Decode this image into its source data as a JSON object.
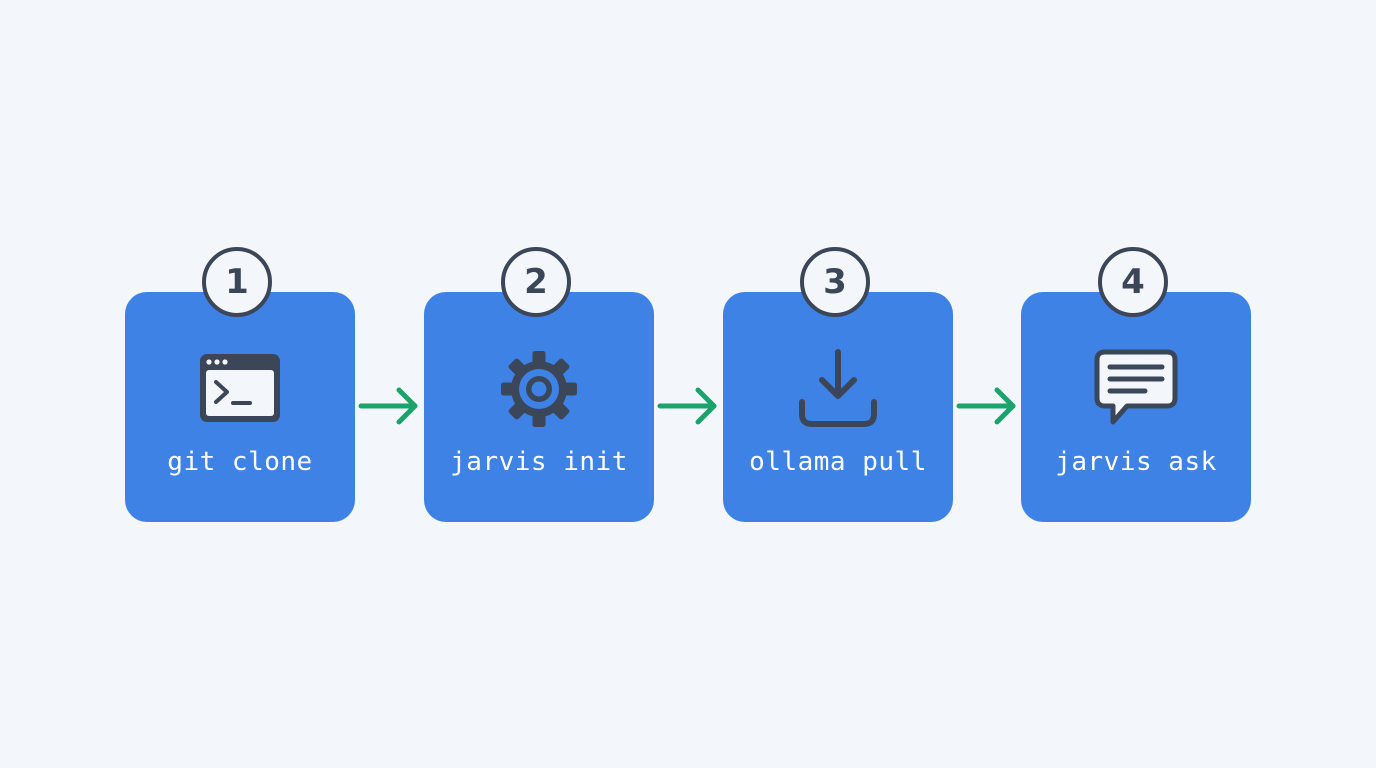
{
  "colors": {
    "background": "#f3f7fb",
    "card": "#3e82e6",
    "icon_stroke": "#3b4658",
    "arrow": "#1aa36b",
    "label": "#ffffff"
  },
  "steps": [
    {
      "number": "1",
      "label": "git clone",
      "icon": "terminal-icon"
    },
    {
      "number": "2",
      "label": "jarvis init",
      "icon": "gear-icon"
    },
    {
      "number": "3",
      "label": "ollama pull",
      "icon": "download-icon"
    },
    {
      "number": "4",
      "label": "jarvis ask",
      "icon": "chat-bubble-icon"
    }
  ],
  "connectors": [
    "arrow-right-icon",
    "arrow-right-icon",
    "arrow-right-icon"
  ]
}
